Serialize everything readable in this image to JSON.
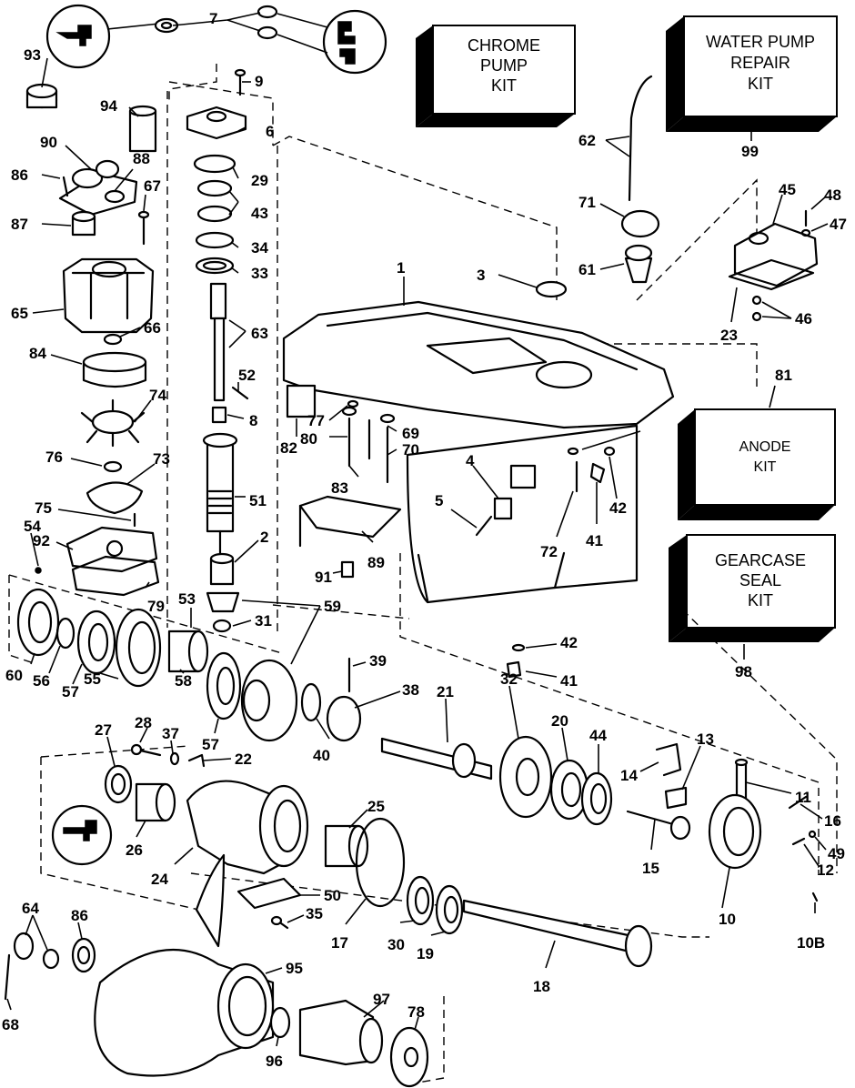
{
  "kits": [
    {
      "id": "chrome-pump",
      "lines": [
        "CHROME",
        "PUMP",
        "KIT"
      ]
    },
    {
      "id": "water-pump-repair",
      "lines": [
        "WATER PUMP",
        "REPAIR",
        "KIT"
      ],
      "ref": "99"
    },
    {
      "id": "anode",
      "lines": [
        "ANODE",
        "KIT"
      ],
      "ref": "81"
    },
    {
      "id": "gearcase-seal",
      "lines": [
        "GEARCASE",
        "SEAL",
        "KIT"
      ],
      "ref": "98"
    }
  ],
  "callouts": [
    "93",
    "7",
    "9",
    "94",
    "90",
    "88",
    "86",
    "67",
    "87",
    "6",
    "29",
    "43",
    "34",
    "33",
    "65",
    "66",
    "63",
    "84",
    "52",
    "8",
    "74",
    "76",
    "73",
    "51",
    "75",
    "54",
    "92",
    "2",
    "79",
    "53",
    "59",
    "31",
    "60",
    "56",
    "57",
    "55",
    "58",
    "57",
    "27",
    "28",
    "37",
    "22",
    "26",
    "24",
    "64",
    "86",
    "68",
    "95",
    "96",
    "97",
    "78",
    "1",
    "3",
    "62",
    "71",
    "61",
    "45",
    "48",
    "47",
    "23",
    "46",
    "77",
    "80",
    "69",
    "70",
    "82",
    "83",
    "4",
    "5",
    "89",
    "91",
    "72",
    "41",
    "42",
    "42",
    "41",
    "39",
    "38",
    "40",
    "21",
    "32",
    "20",
    "44",
    "14",
    "13",
    "11",
    "16",
    "49",
    "12",
    "15",
    "10",
    "10B",
    "25",
    "50",
    "35",
    "17",
    "30",
    "19",
    "18"
  ]
}
